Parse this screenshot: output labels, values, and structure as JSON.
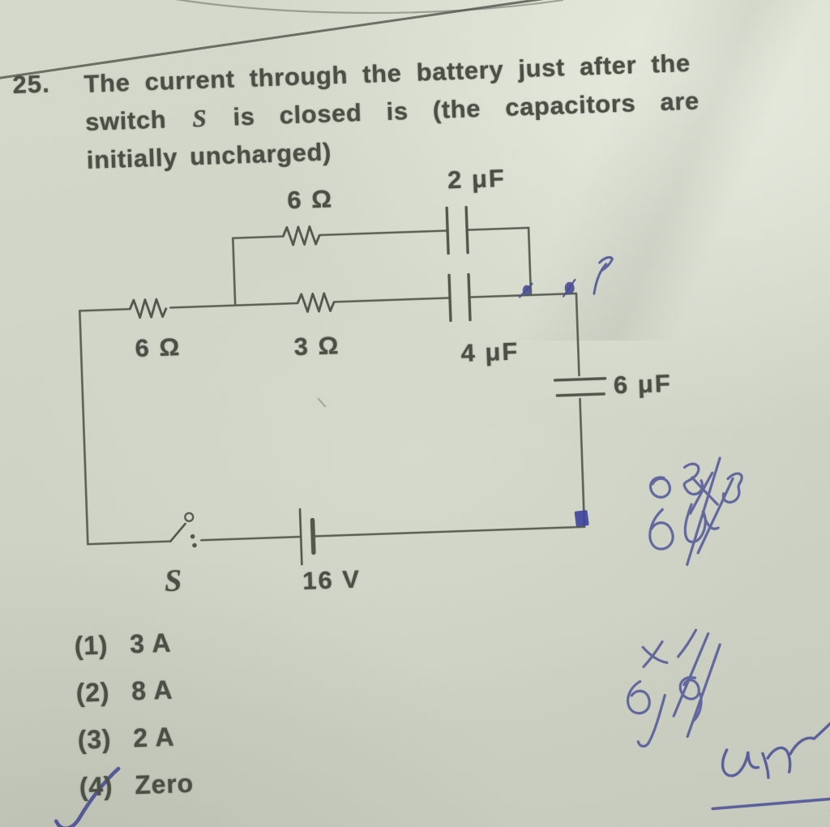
{
  "page": {
    "paper_color": "#d2d6c9",
    "ink_color": "#4a4e44",
    "pen_color": "#474c94"
  },
  "question": {
    "number": "25.",
    "line1": "The current through the battery just after the",
    "line2_pre": "switch",
    "line2_s": "S",
    "line2_post": "is closed is (the capacitors are",
    "line3": "initially uncharged)"
  },
  "circuit": {
    "labels": {
      "resistor_top": "6 Ω",
      "capacitor_top": "2 μF",
      "resistor_left": "6 Ω",
      "resistor_middle": "3 Ω",
      "capacitor_middle": "4 μF",
      "capacitor_right": "6 μF",
      "switch": "S",
      "battery": "16 V"
    }
  },
  "options": [
    {
      "num": "(1)",
      "text": "3 A"
    },
    {
      "num": "(2)",
      "text": "8 A"
    },
    {
      "num": "(3)",
      "text": "2 A"
    },
    {
      "num": "(4)",
      "text": "Zero"
    }
  ],
  "annotations": {
    "pen_ticked_option": "(4)",
    "pen_marks": "blue ballpoint tick on option 4, node marks on circuit, crossed-out scribbles in right margin"
  }
}
